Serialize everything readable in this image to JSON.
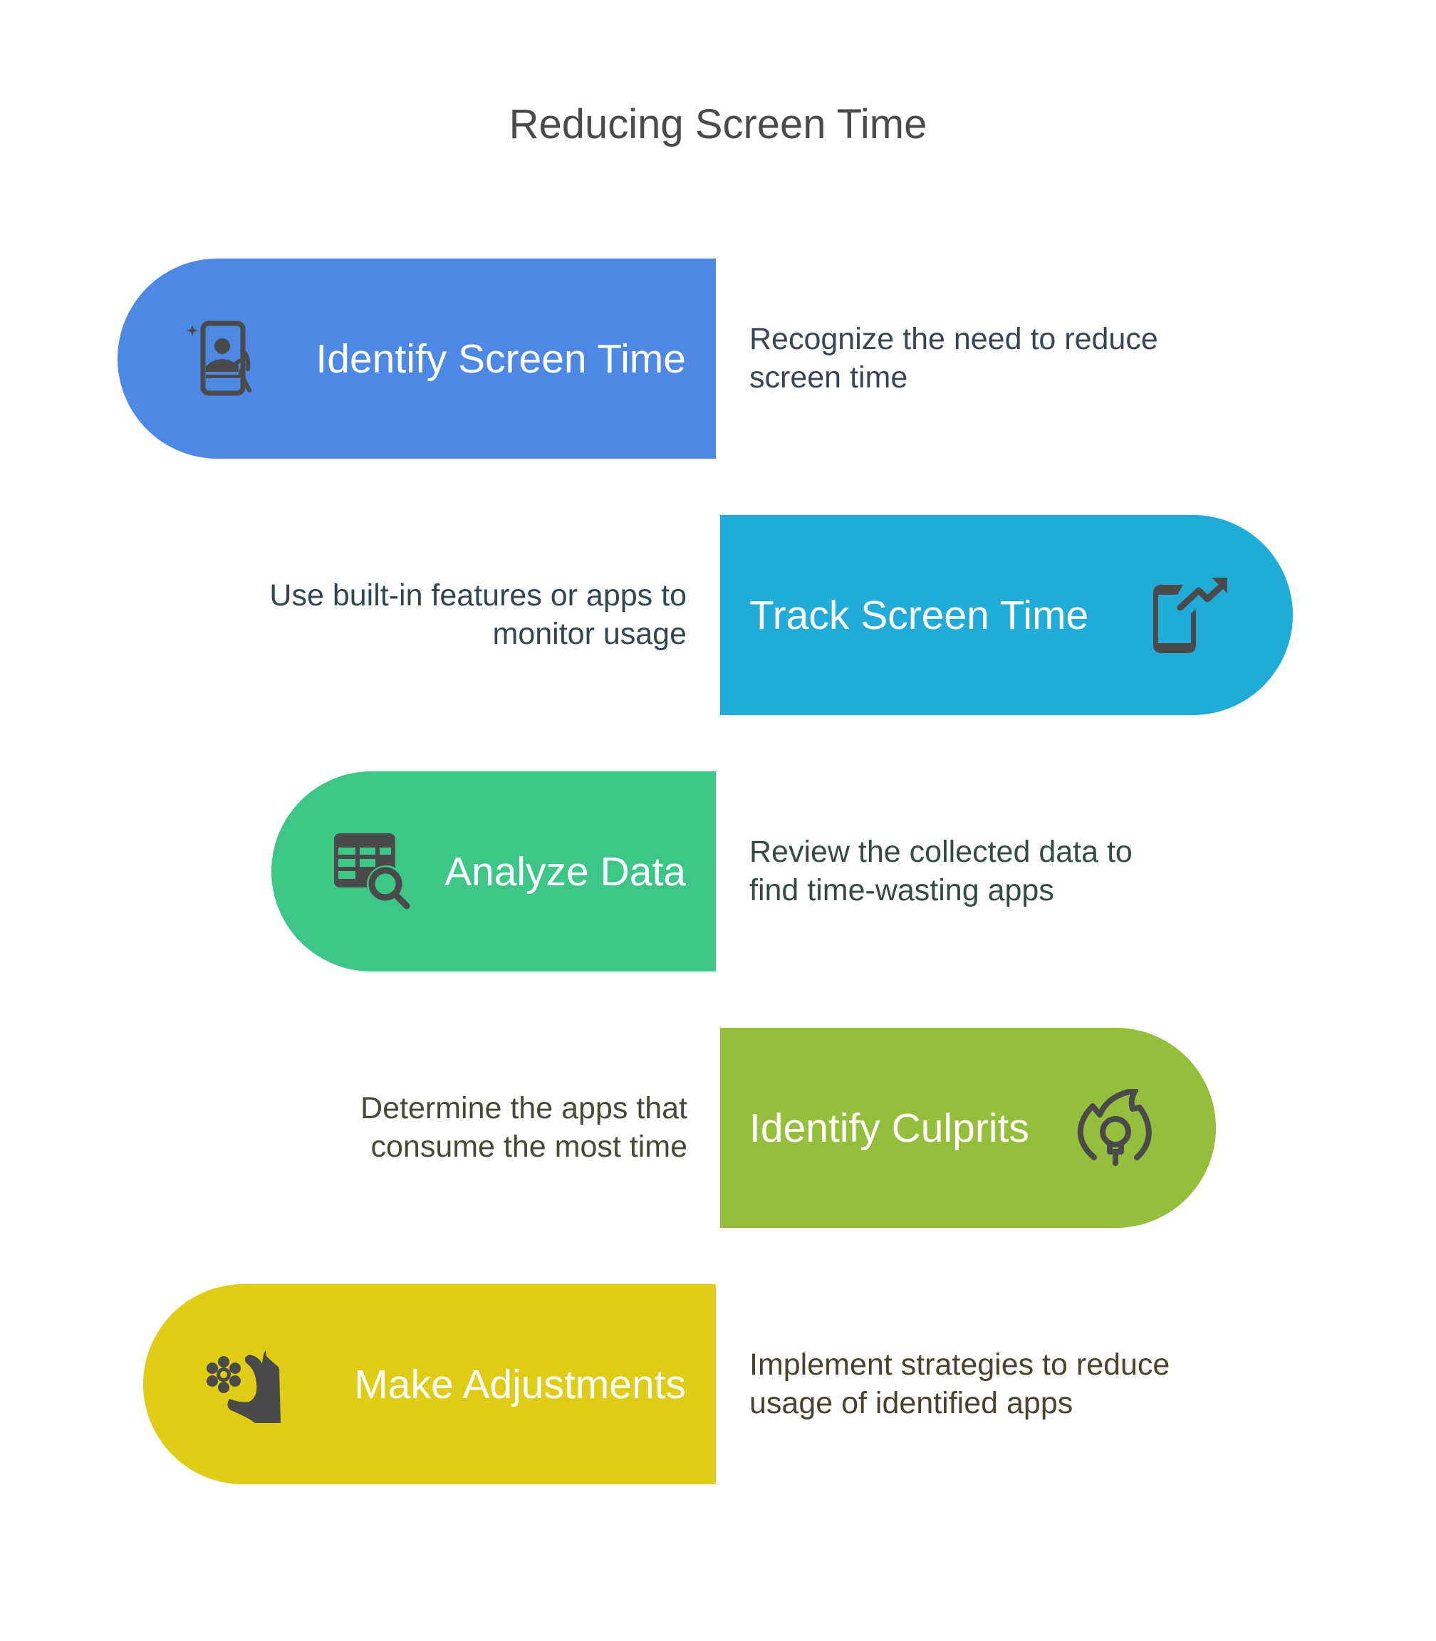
{
  "title": "Reducing Screen Time",
  "steps": [
    {
      "label": "Identify Screen Time",
      "description": [
        "Recognize the need to reduce",
        "screen time"
      ],
      "icon": "phone-selfie-sparkle-icon",
      "color": "#4E88E5",
      "text_color": "#3A4452"
    },
    {
      "label": "Track Screen Time",
      "description": [
        "Use built-in features or apps to",
        "monitor usage"
      ],
      "icon": "phone-trend-up-icon",
      "color": "#20ABD9",
      "text_color": "#334650"
    },
    {
      "label": "Analyze Data",
      "description": [
        "Review the collected data to",
        "find time-wasting apps"
      ],
      "icon": "table-search-icon",
      "color": "#3EC687",
      "text_color": "#354A40"
    },
    {
      "label": "Identify Culprits",
      "description": [
        "Determine the apps that",
        "consume the most time"
      ],
      "icon": "flame-lightbulb-icon",
      "color": "#94BE3B",
      "text_color": "#464838"
    },
    {
      "label": "Make Adjustments",
      "description": [
        "Implement strategies to reduce",
        "usage of identified apps"
      ],
      "icon": "hand-gear-icon",
      "color": "#DFCC17",
      "text_color": "#48432E"
    }
  ]
}
